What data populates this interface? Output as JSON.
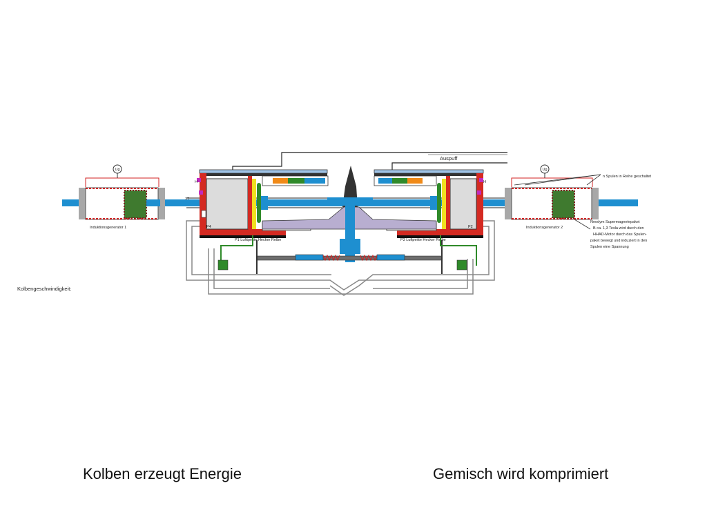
{
  "diagram": {
    "labels": {
      "exhaust": "Auspuff",
      "coils_series": "n Spulen in Reihe geschaltet",
      "generator_1": "Induktionsgenerator 1",
      "generator_2": "Induktionsgenerator 2",
      "magnet_info": [
        "Neodym Supermagnetepaket",
        "B ca. 1,3 Tesla wird durch den",
        "HHAD-Motor durch das Spulen-",
        "paket bewegt und induziert in den",
        "Spulen eine Spannung"
      ],
      "piston_speed": "Kolbengeschwindigkeit:",
      "p1": "P1 Lufttpeitte Hecker Relbe",
      "p3": "P3 Luftpeitte Hecker Relbe",
      "p4_left": "P4",
      "p2_right": "P2",
      "h_left": "H",
      "h_right": "H",
      "num_17": "17",
      "gauge": "Ug"
    },
    "captions": {
      "left": "Kolben erzeugt Energie",
      "right": "Gemisch wird komprimiert"
    }
  }
}
